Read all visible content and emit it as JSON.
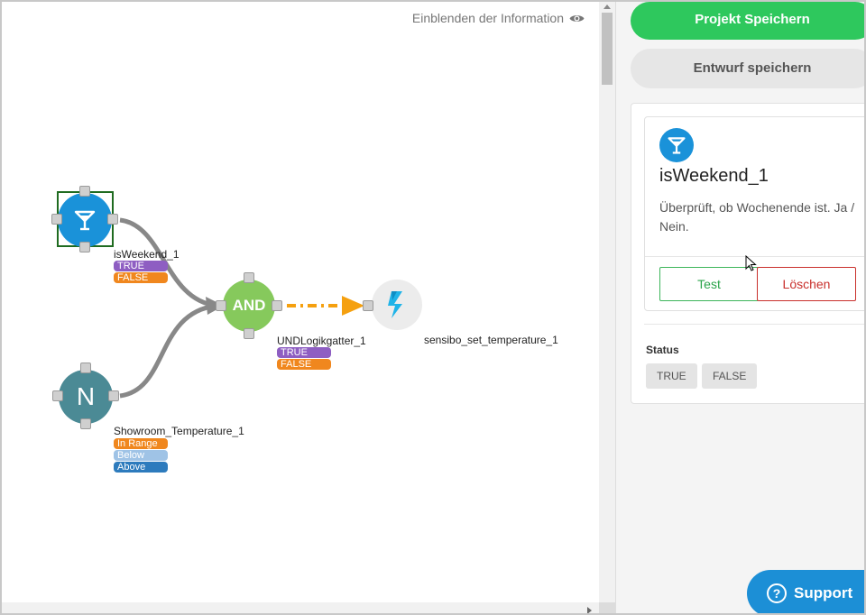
{
  "canvas": {
    "info_toggle": "Einblenden der Information",
    "nodes": {
      "weekend": {
        "label": "isWeekend_1",
        "outputs": [
          "TRUE",
          "FALSE"
        ]
      },
      "and": {
        "symbol": "AND",
        "label": "UNDLogikgatter_1",
        "outputs": [
          "TRUE",
          "FALSE"
        ]
      },
      "temp": {
        "symbol": "N",
        "label": "Showroom_Temperature_1",
        "outputs": [
          "In Range",
          "Below",
          "Above"
        ]
      },
      "sensibo": {
        "label": "sensibo_set_temperature_1"
      }
    }
  },
  "panel": {
    "save_project": "Projekt Speichern",
    "save_draft": "Entwurf speichern",
    "card": {
      "title": "isWeekend_1",
      "description": "Überprüft, ob Wochenende ist. Ja / Nein.",
      "test_button": "Test",
      "delete_button": "Löschen"
    },
    "status": {
      "label": "Status",
      "badges": [
        "TRUE",
        "FALSE"
      ]
    }
  },
  "support": {
    "label": "Support",
    "icon": "?"
  },
  "colors": {
    "accent_green": "#2ec85d",
    "node_blue": "#1a92d9",
    "node_green": "#86c95c",
    "node_teal": "#4b8a95",
    "link_orange": "#f5a00f",
    "tag_purple": "#8e5ec2",
    "tag_orange": "#f0871e",
    "support_blue": "#1c8fd6"
  }
}
